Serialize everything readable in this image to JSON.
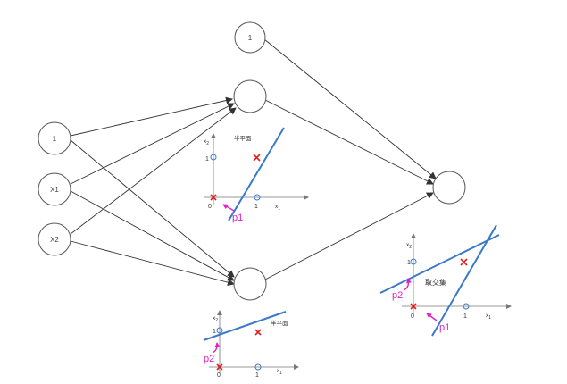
{
  "nodes": {
    "input_bias": "1",
    "input_x1": "X1",
    "input_x2": "X2",
    "hidden_bias": "1"
  },
  "plot_top": {
    "title": "半平面",
    "ylabel": "x",
    "ylabel_sub": "2",
    "xlabel": "x",
    "xlabel_sub": "1",
    "tick_y1": "1",
    "tick_x0": "0",
    "tick_x1": "1",
    "arrow_label": "p1"
  },
  "plot_bottom": {
    "title": "半平面",
    "ylabel": "x",
    "ylabel_sub": "2",
    "xlabel": "x",
    "xlabel_sub": "1",
    "tick_y1": "1",
    "tick_x0": "0",
    "tick_x1": "1",
    "arrow_label": "p2"
  },
  "plot_right": {
    "title": "取交集",
    "ylabel": "x",
    "ylabel_sub": "2",
    "xlabel": "x",
    "xlabel_sub": "1",
    "tick_y1": "1",
    "tick_x0": "0",
    "tick_x1": "1",
    "arrow_label_p1": "p1",
    "arrow_label_p2": "p2"
  },
  "colors": {
    "boundary_line": "#3a78c9",
    "normal_arrow": "#e020c8",
    "cross_marker": "#e02020",
    "circle_marker": "#3a78c9"
  }
}
